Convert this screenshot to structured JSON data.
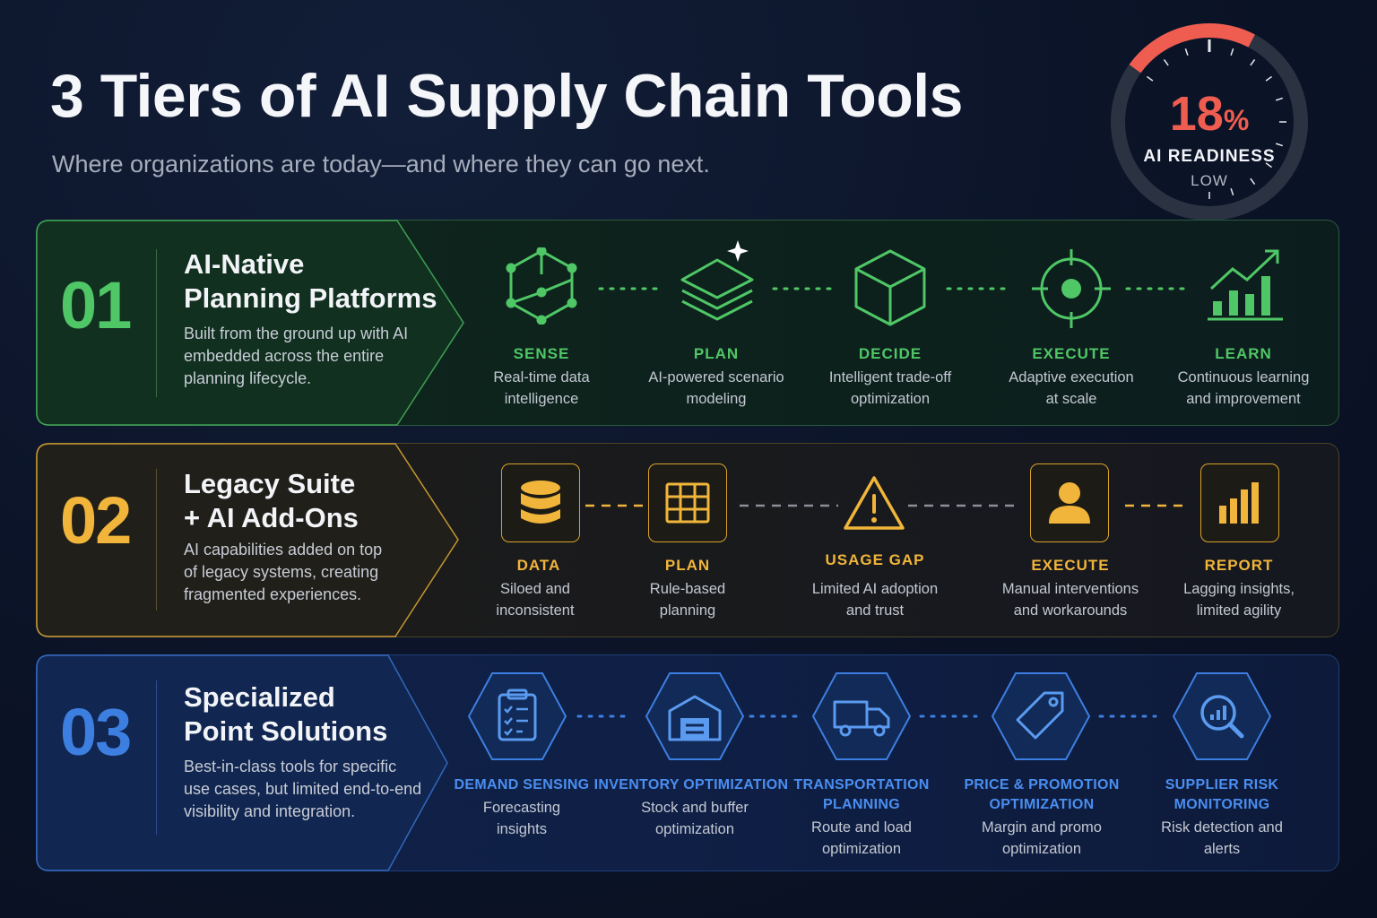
{
  "header": {
    "title": "3 Tiers of AI Supply Chain Tools",
    "subtitle": "Where organizations are today—and where they can go next."
  },
  "gauge": {
    "value": "18",
    "unit": "%",
    "label": "AI READINESS",
    "level": "LOW",
    "fraction": 0.18,
    "color": "#ef5d50"
  },
  "tiers": [
    {
      "number": "01",
      "color": "#4fc766",
      "title_lines": [
        "AI-Native",
        "Planning Platforms"
      ],
      "desc_lines": [
        "Built from the ground up with AI",
        "embedded across the entire",
        "planning lifecycle."
      ],
      "steps": [
        {
          "icon": "network-cube-icon",
          "label": "SENSE",
          "desc_lines": [
            "Real-time data",
            "intelligence"
          ]
        },
        {
          "icon": "layers-sparkle-icon",
          "label": "PLAN",
          "desc_lines": [
            "AI-powered scenario",
            "modeling"
          ]
        },
        {
          "icon": "cube-icon",
          "label": "DECIDE",
          "desc_lines": [
            "Intelligent trade-off",
            "optimization"
          ]
        },
        {
          "icon": "target-icon",
          "label": "EXECUTE",
          "desc_lines": [
            "Adaptive execution",
            "at scale"
          ]
        },
        {
          "icon": "growth-chart-icon",
          "label": "LEARN",
          "desc_lines": [
            "Continuous learning",
            "and improvement"
          ]
        }
      ]
    },
    {
      "number": "02",
      "color": "#f0b53a",
      "title_lines": [
        "Legacy Suite",
        "+ AI Add-Ons"
      ],
      "desc_lines": [
        "AI capabilities added on top",
        "of legacy systems, creating",
        "fragmented experiences."
      ],
      "steps": [
        {
          "icon": "database-icon",
          "label": "DATA",
          "desc_lines": [
            "Siloed and",
            "inconsistent"
          ]
        },
        {
          "icon": "grid-icon",
          "label": "PLAN",
          "desc_lines": [
            "Rule-based",
            "planning"
          ]
        },
        {
          "icon": "warning-icon",
          "label": "USAGE GAP",
          "desc_lines": [
            "Limited AI adoption",
            "and trust"
          ]
        },
        {
          "icon": "person-icon",
          "label": "EXECUTE",
          "desc_lines": [
            "Manual interventions",
            "and workarounds"
          ]
        },
        {
          "icon": "bar-chart-icon",
          "label": "REPORT",
          "desc_lines": [
            "Lagging insights,",
            "limited agility"
          ]
        }
      ]
    },
    {
      "number": "03",
      "color": "#3d7fe0",
      "title_lines": [
        "Specialized",
        "Point Solutions"
      ],
      "desc_lines": [
        "Best-in-class tools for specific",
        "use cases, but limited end-to-end",
        "visibility and integration."
      ],
      "steps": [
        {
          "icon": "clipboard-icon",
          "label_lines": [
            "DEMAND SENSING"
          ],
          "desc_lines": [
            "Forecasting",
            "insights"
          ]
        },
        {
          "icon": "warehouse-icon",
          "label_lines": [
            "INVENTORY OPTIMIZATION"
          ],
          "desc_lines": [
            "Stock and buffer",
            "optimization"
          ]
        },
        {
          "icon": "truck-icon",
          "label_lines": [
            "TRANSPORTATION",
            "PLANNING"
          ],
          "desc_lines": [
            "Route and load",
            "optimization"
          ]
        },
        {
          "icon": "price-tag-icon",
          "label_lines": [
            "PRICE & PROMOTION",
            "OPTIMIZATION"
          ],
          "desc_lines": [
            "Margin and promo",
            "optimization"
          ]
        },
        {
          "icon": "magnifier-chart-icon",
          "label_lines": [
            "SUPPLIER RISK",
            "MONITORING"
          ],
          "desc_lines": [
            "Risk detection and",
            "alerts"
          ]
        }
      ]
    }
  ]
}
